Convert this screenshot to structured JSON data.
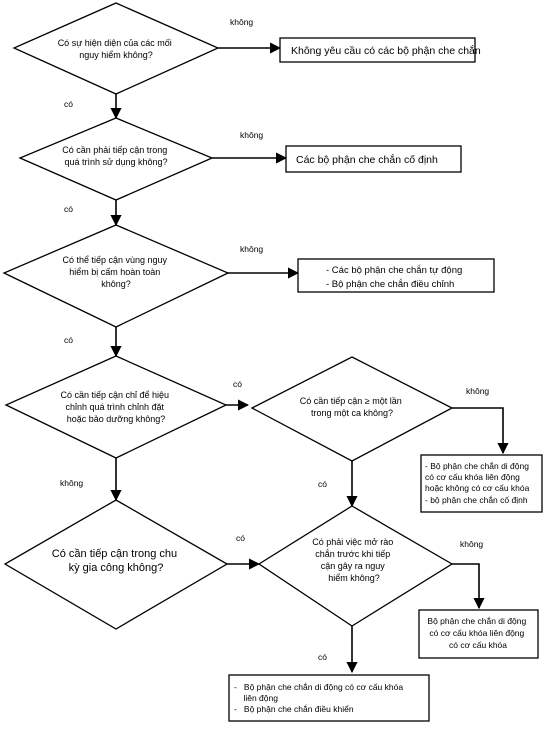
{
  "decisions": {
    "d1": [
      "Có sự hiện diện của các mối",
      "nguy hiểm không?"
    ],
    "d2": [
      "Có cần phải tiếp cận trong",
      "quá trình sử dụng không?"
    ],
    "d3": [
      "Có thể tiếp cận vùng nguy",
      "hiểm bị cấm hoàn toàn",
      "không?"
    ],
    "d4": [
      "Có cần tiếp cận chỉ để hiệu",
      "chỉnh quá trình chỉnh đặt",
      "hoặc bảo dưỡng không?"
    ],
    "d5": [
      "Có cần tiếp cận ≥ một lần",
      "trong một ca không?"
    ],
    "d6": [
      "Có cần tiếp cận trong chu",
      "kỳ gia công không?"
    ],
    "d7": [
      "Có phải việc mở rào",
      "chắn trước khi tiếp",
      "cận gây ra nguy",
      "hiểm không?"
    ]
  },
  "results": {
    "r1": [
      "Không yêu cầu có các bộ phận che chắn"
    ],
    "r2": [
      "Các bộ phận che chắn cố định"
    ],
    "r3": [
      "-   Các bộ phận che chắn tự động",
      "-   Bộ phận che chắn điều chỉnh"
    ],
    "r4": [
      "- Bộ phận che chắn di động",
      "có cơ cấu khóa liên động",
      "hoặc không có cơ cấu khóa",
      "- bộ phận che chắn cố định"
    ],
    "r5": [
      "Bộ phận che chắn di động",
      "có cơ cấu khóa liên động",
      "có cơ cấu khóa"
    ],
    "r6": [
      "-   Bộ phận che chắn di động có cơ cấu khóa",
      "    liên động",
      "-   Bộ phận che chắn điều khiển"
    ]
  },
  "labels": {
    "l_d1_no": "không",
    "l_d1_yes": "có",
    "l_d2_no": "không",
    "l_d2_yes": "có",
    "l_d3_no": "không",
    "l_d3_yes": "có",
    "l_d4_yes": "có",
    "l_d4_no": "không",
    "l_d5_no": "không",
    "l_d5_yes": "có",
    "l_d6_yes": "có",
    "l_d7_no": "không",
    "l_d7_yes": "có"
  }
}
